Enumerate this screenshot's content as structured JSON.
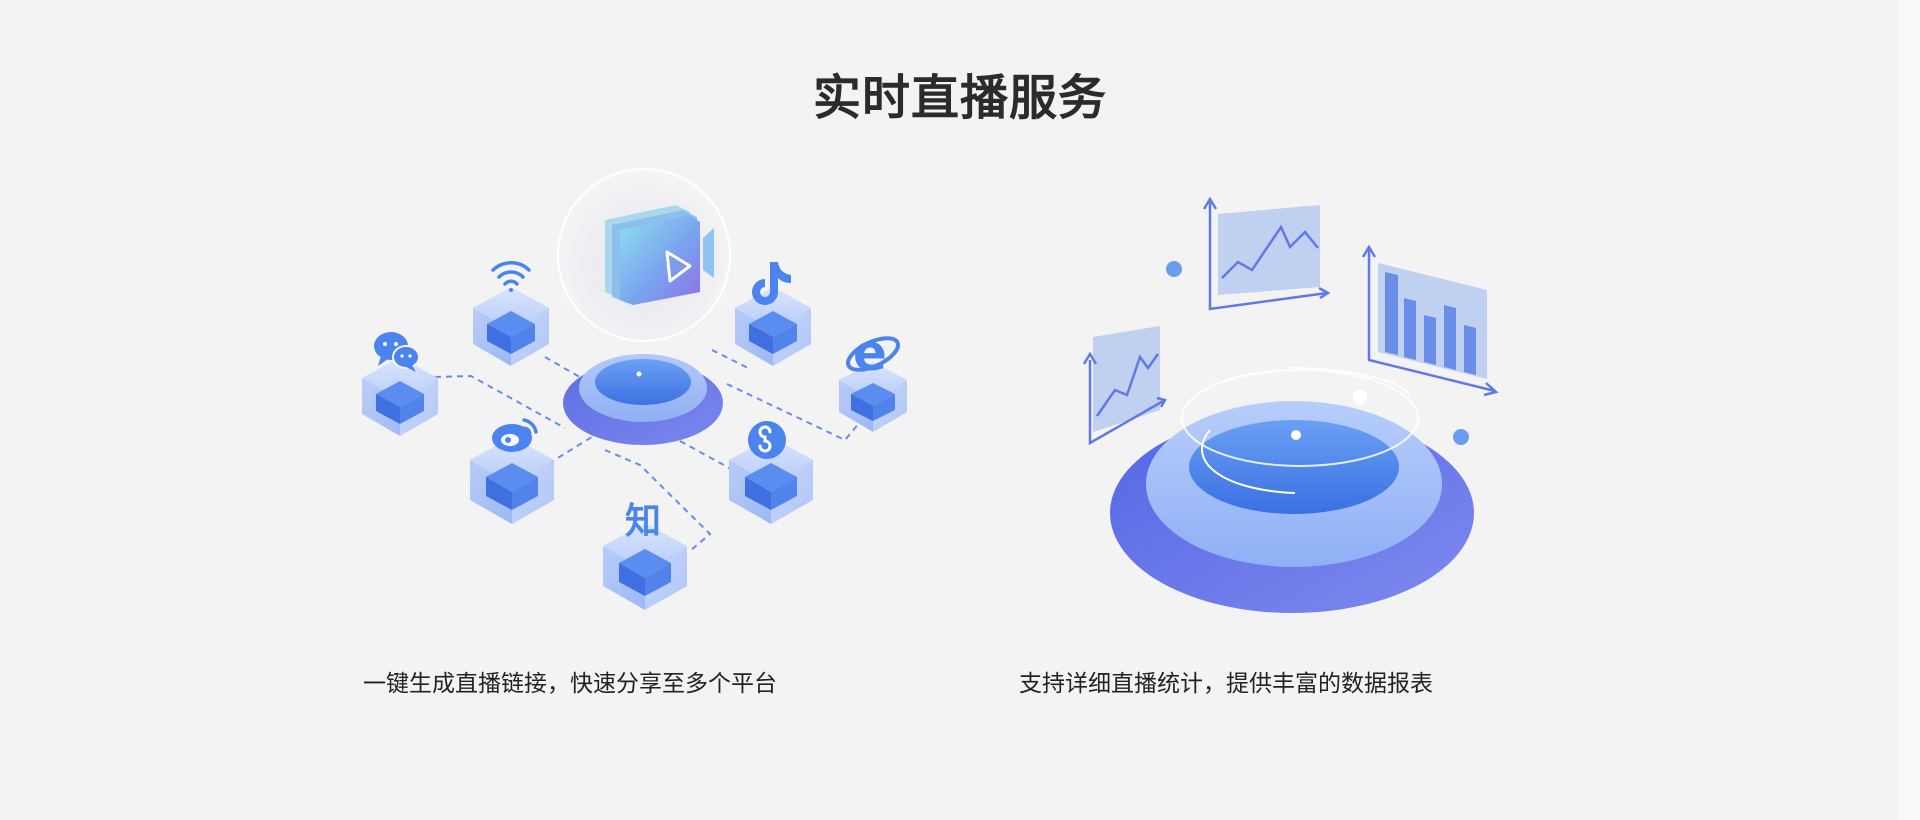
{
  "page": {
    "title": "实时直播服务"
  },
  "features": [
    {
      "caption": "一键生成直播链接，快速分享至多个平台",
      "illustration": "live-stream-distribution",
      "platform_icons": [
        "wechat-icon",
        "wifi-icon",
        "douyin-icon",
        "ie-browser-icon",
        "weibo-icon",
        "mini-program-icon",
        "zhihu-icon"
      ],
      "zhihu_label": "知"
    },
    {
      "caption": "支持详细直播统计，提供丰富的数据报表",
      "illustration": "statistics-reports"
    }
  ],
  "colors": {
    "background": "#f3f3f3",
    "title": "#2b2b2b",
    "accent_blue": "#4f86ec",
    "accent_purple": "#6e76ea",
    "light_blue": "#a9c4f8"
  }
}
